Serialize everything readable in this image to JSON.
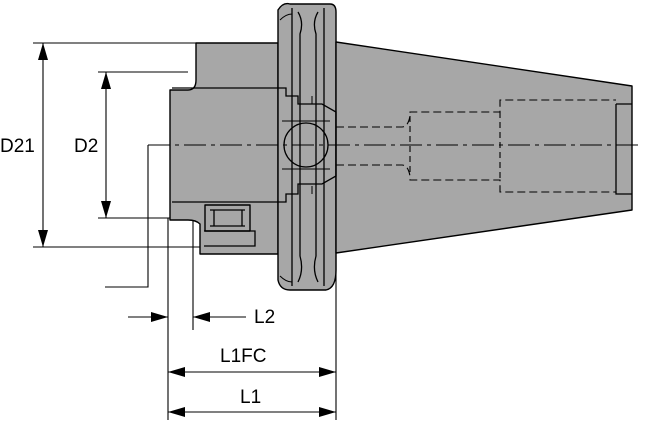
{
  "drawing": {
    "labels": {
      "d21": "D21",
      "d2": "D2",
      "l2": "L2",
      "l1fc": "L1FC",
      "l1": "L1"
    }
  }
}
